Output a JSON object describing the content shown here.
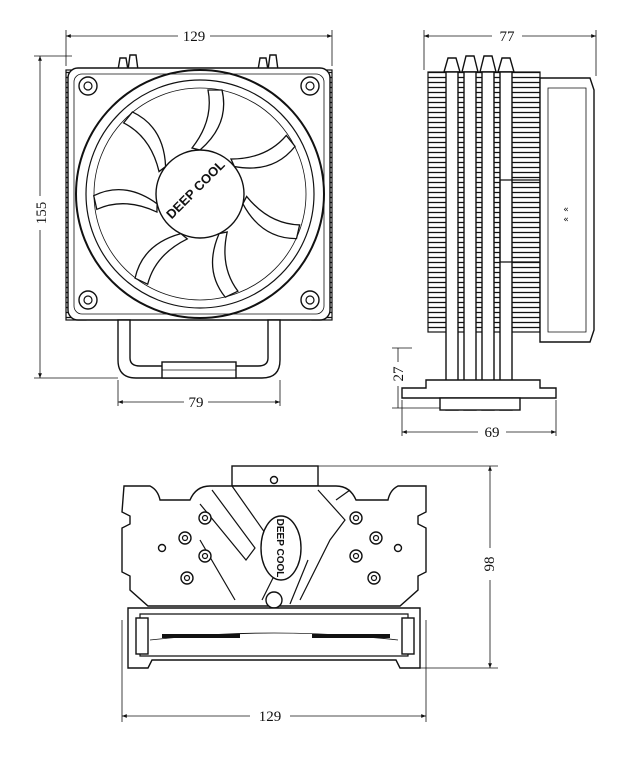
{
  "dimensions": {
    "front_width": "129",
    "front_height": "155",
    "front_base_width": "79",
    "side_depth": "77",
    "side_base_height": "27",
    "side_base_width": "69",
    "top_height": "98",
    "top_width": "129"
  },
  "logo": {
    "text": "DEEP COOL"
  },
  "colors": {
    "line": "#111111",
    "background": "#ffffff"
  }
}
